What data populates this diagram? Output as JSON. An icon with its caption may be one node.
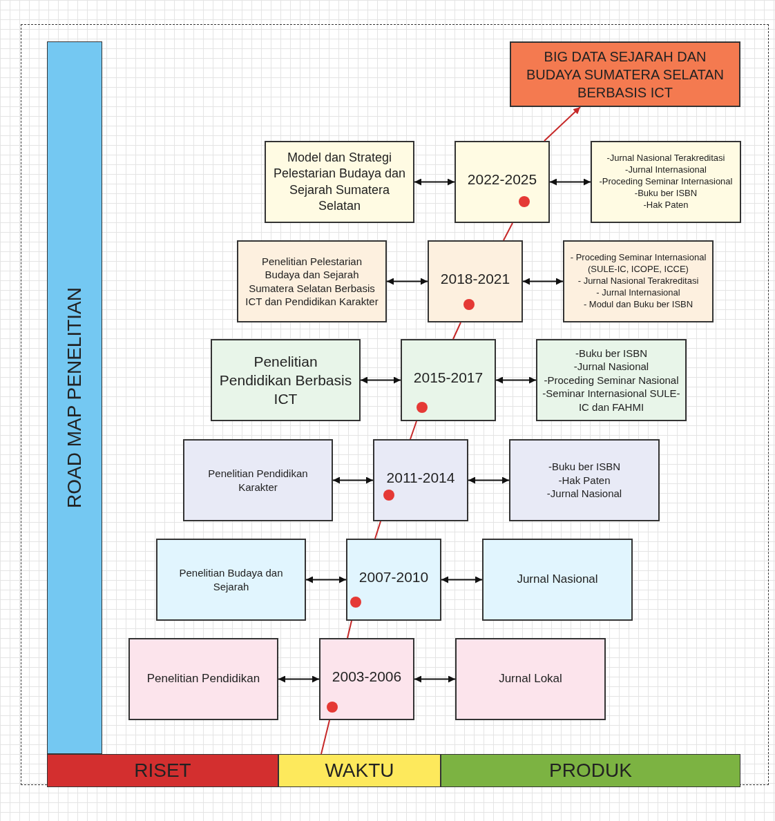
{
  "diagram": {
    "nodes": [
      {
        "text": [
          "ROAD MAP PENELITIAN"
        ]
      },
      {
        "text": [
          "BIG DATA SEJARAH DAN BUDAYA SUMATERA SELATAN BERBASIS ICT"
        ]
      },
      {
        "text": [
          "Model dan Strategi Pelestarian Budaya dan Sejarah Sumatera Selatan"
        ]
      },
      {
        "text": [
          "2022-2025"
        ]
      },
      {
        "text": [
          "-Jurnal Nasional Terakreditasi",
          "-Jurnal Internasional",
          "-Proceding Seminar Internasional",
          "-Buku ber ISBN",
          "-Hak Paten"
        ]
      },
      {
        "text": [
          "Penelitian Pelestarian Budaya dan Sejarah Sumatera Selatan Berbasis ICT dan Pendidikan Karakter"
        ]
      },
      {
        "text": [
          "2018-2021"
        ]
      },
      {
        "text": [
          "- Proceding Seminar Internasional (SULE-IC, ICOPE, ICCE)",
          "- Jurnal Nasional Terakreditasi",
          "- Jurnal Internasional",
          "- Modul dan Buku ber ISBN"
        ]
      },
      {
        "text": [
          "Penelitian Pendidikan Berbasis ICT"
        ]
      },
      {
        "text": [
          "2015-2017"
        ]
      },
      {
        "text": [
          "-Buku ber ISBN",
          "-Jurnal Nasional",
          "-Proceding Seminar Nasional",
          "-Seminar Internasional SULE-IC dan FAHMI"
        ]
      },
      {
        "text": [
          "Penelitian Pendidikan Karakter"
        ]
      },
      {
        "text": [
          "2011-2014"
        ]
      },
      {
        "text": [
          "-Buku ber ISBN",
          "-Hak Paten",
          "-Jurnal Nasional"
        ]
      },
      {
        "text": [
          "Penelitian Budaya dan Sejarah"
        ]
      },
      {
        "text": [
          "2007-2010"
        ]
      },
      {
        "text": [
          "Jurnal Nasional"
        ]
      },
      {
        "text": [
          "Penelitian Pendidikan"
        ]
      },
      {
        "text": [
          "2003-2006"
        ]
      },
      {
        "text": [
          "Jurnal Lokal"
        ]
      },
      {
        "text": [
          "RISET"
        ]
      },
      {
        "text": [
          "WAKTU"
        ]
      },
      {
        "text": [
          "PRODUK"
        ]
      }
    ],
    "edges": [
      {
        "from": 2,
        "to": 3,
        "arrow": "both"
      },
      {
        "from": 3,
        "to": 4,
        "arrow": "both"
      },
      {
        "from": 5,
        "to": 6,
        "arrow": "both"
      },
      {
        "from": 6,
        "to": 7,
        "arrow": "both"
      },
      {
        "from": 8,
        "to": 9,
        "arrow": "both"
      },
      {
        "from": 9,
        "to": 10,
        "arrow": "both"
      },
      {
        "from": 11,
        "to": 12,
        "arrow": "both"
      },
      {
        "from": 12,
        "to": 13,
        "arrow": "both"
      },
      {
        "from": 14,
        "to": 15,
        "arrow": "both"
      },
      {
        "from": 15,
        "to": 16,
        "arrow": "both"
      },
      {
        "from": 17,
        "to": 18,
        "arrow": "both"
      },
      {
        "from": 18,
        "to": 19,
        "arrow": "both"
      },
      {
        "from": 21,
        "to": 18,
        "arrow": "none",
        "color": "#c62828"
      },
      {
        "from": 18,
        "to": 15,
        "arrow": "none",
        "color": "#c62828"
      },
      {
        "from": 15,
        "to": 12,
        "arrow": "none",
        "color": "#c62828"
      },
      {
        "from": 12,
        "to": 9,
        "arrow": "none",
        "color": "#c62828"
      },
      {
        "from": 9,
        "to": 6,
        "arrow": "none",
        "color": "#c62828"
      },
      {
        "from": 6,
        "to": 3,
        "arrow": "none",
        "color": "#c62828"
      },
      {
        "from": 3,
        "to": 1,
        "arrow": "to",
        "color": "#c62828"
      }
    ]
  }
}
